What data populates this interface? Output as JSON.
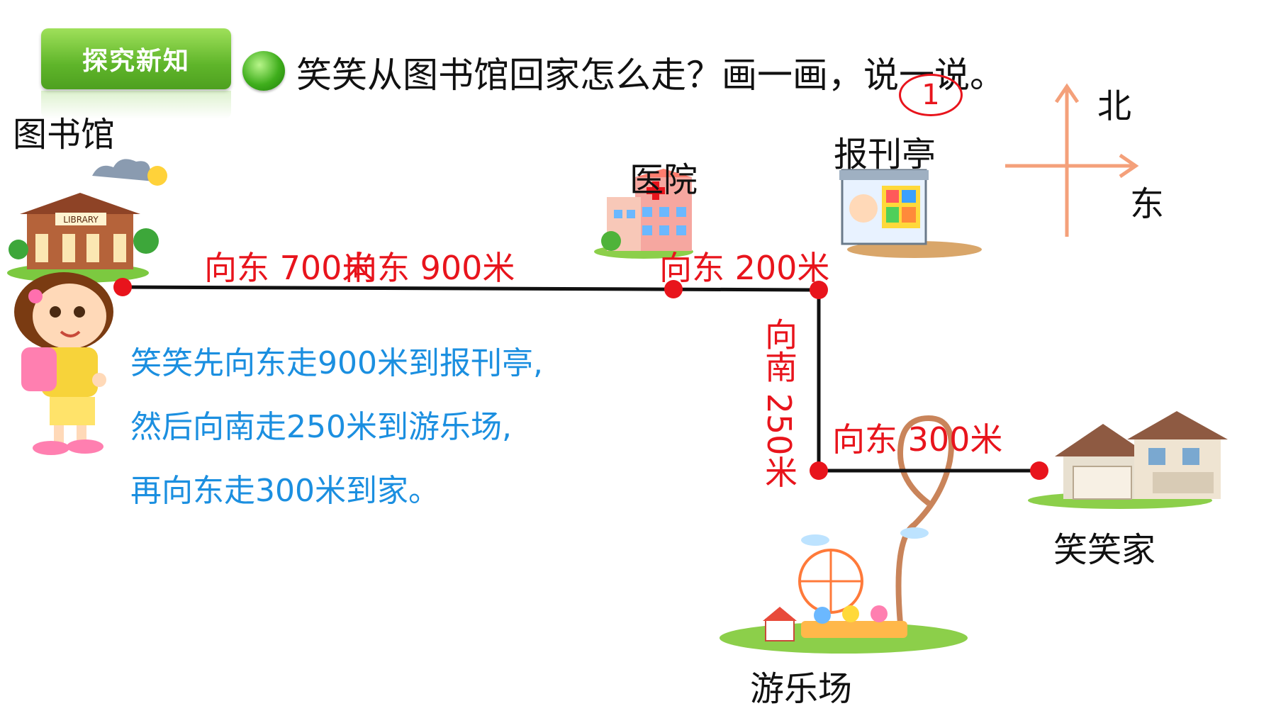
{
  "header": {
    "badge": "探究新知",
    "question": "笑笑从图书馆回家怎么走？画一画，说一说。",
    "step_number": "1"
  },
  "places": {
    "library": "图书馆",
    "hospital": "医院",
    "newsstand": "报刊亭",
    "amusement_park": "游乐场",
    "home": "笑笑家"
  },
  "compass": {
    "north": "北",
    "east": "东"
  },
  "route_labels": {
    "east_700": "向东  700米",
    "east_900": "向东  900米",
    "east_200": "向东  200米",
    "south_250": "向南 250米",
    "east_300": "向东  300米"
  },
  "explanation": {
    "line1": "笑笑先向东走900米到报刊亭,",
    "line2": "然后向南走250米到游乐场,",
    "line3": "再向东走300米到家。"
  },
  "colors": {
    "route_line": "#111111",
    "route_dot": "#e8141c",
    "label_red": "#e8141c",
    "text_blue": "#1b8fe0",
    "compass": "#f4a07a",
    "badge": "#6cc233"
  }
}
